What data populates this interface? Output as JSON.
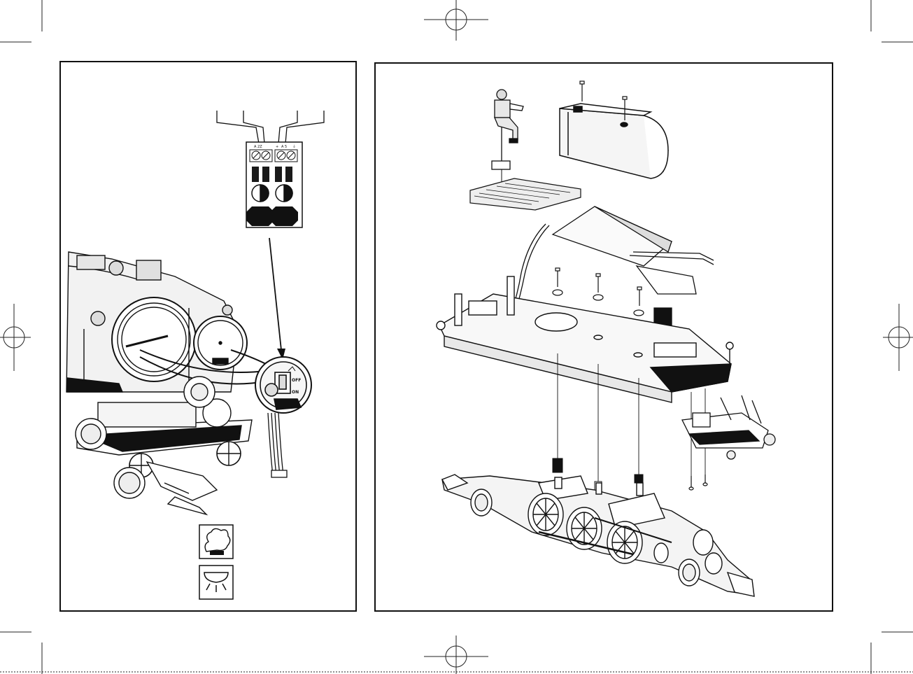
{
  "left_panel": {
    "terminal_block": {
      "labels": [
        "A 2Z",
        "+",
        "A 5",
        "⏚"
      ],
      "switch_positions": [
        "OFF",
        "ON"
      ]
    },
    "icons": [
      "smoke-generator-icon",
      "headlight-icon"
    ]
  },
  "right_panel": {
    "parts": [
      "driver-figure",
      "cab-floor",
      "motor-housing",
      "wiring-harness",
      "chassis-frame",
      "pilot-truck",
      "drive-mechanism"
    ]
  },
  "colors": {
    "line": "#111111",
    "fill_dark": "#1a1a1a",
    "fill_mid": "#d9d9d9",
    "paper": "#ffffff"
  }
}
